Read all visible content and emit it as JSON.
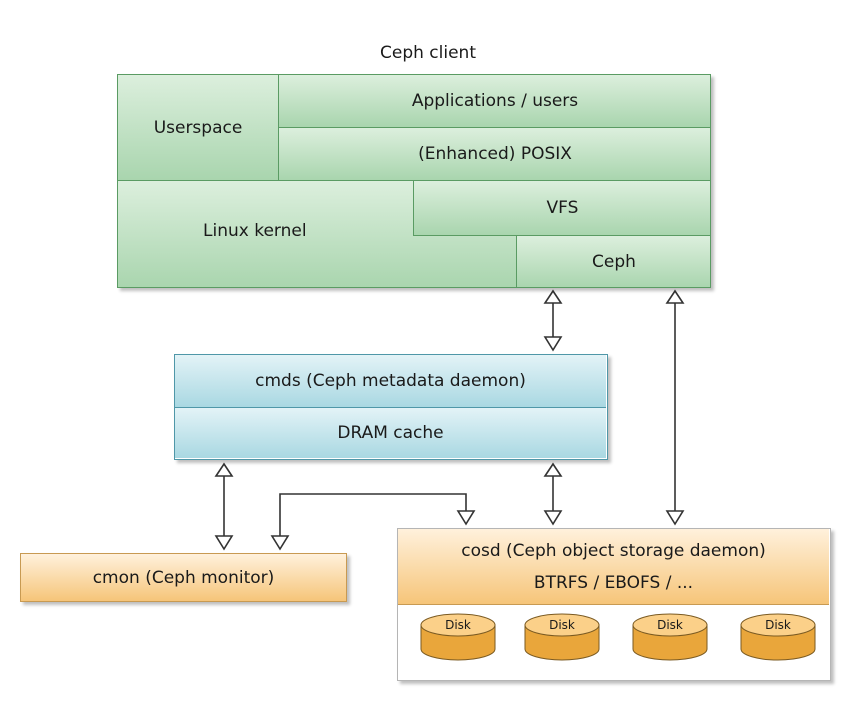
{
  "client": {
    "title": "Ceph client",
    "userspace": "Userspace",
    "applications": "Applications / users",
    "posix": "(Enhanced) POSIX",
    "linux_kernel": "Linux kernel",
    "vfs": "VFS",
    "ceph": "Ceph"
  },
  "cmds": {
    "title": "cmds (Ceph metadata daemon)",
    "cache": "DRAM cache"
  },
  "cmon": {
    "title": "cmon (Ceph monitor)"
  },
  "cosd": {
    "title": "cosd (Ceph object storage daemon)",
    "fs": "BTRFS / EBOFS / ...",
    "disks": [
      "Disk",
      "Disk",
      "Disk",
      "Disk"
    ]
  },
  "colors": {
    "client_border": "#5a9b63",
    "cmds_border": "#4f97a8",
    "orange_border": "#c89a52",
    "disk_fill": "#f0b44a",
    "arrow": "#333333"
  }
}
